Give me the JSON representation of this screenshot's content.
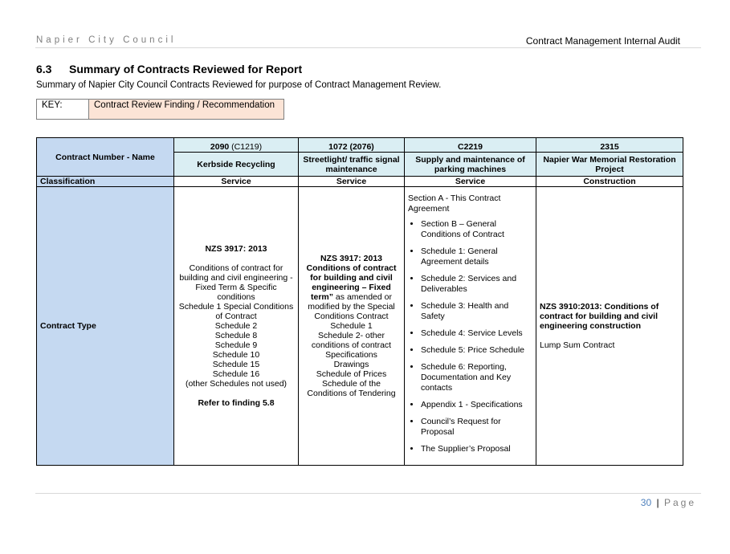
{
  "header": {
    "organisation": "Napier City Council",
    "document": "Contract Management Internal Audit"
  },
  "section": {
    "number": "6.3",
    "title": "Summary of Contracts Reviewed for Report",
    "intro": "Summary of Napier City Council Contracts Reviewed for purpose of Contract Management Review."
  },
  "key": {
    "label": "KEY:",
    "text": "Contract Review Finding / Recommendation"
  },
  "table": {
    "row_header_contract": "Contract Number - Name",
    "row_header_classification": "Classification",
    "row_header_type": "Contract Type",
    "contracts": [
      {
        "number": "2090",
        "number_suffix": " (C1219)",
        "name": "Kerbside Recycling",
        "classification": "Service"
      },
      {
        "number": "1072 (2076)",
        "number_suffix": "",
        "name": "Streetlight/ traffic signal maintenance",
        "classification": "Service"
      },
      {
        "number": "C2219",
        "number_suffix": "",
        "name": "Supply and maintenance of parking machines",
        "classification": "Service"
      },
      {
        "number": "2315",
        "number_suffix": "",
        "name": "Napier War Memorial Restoration Project",
        "classification": "Construction"
      }
    ],
    "type_2090": {
      "heading": "NZS 3917: 2013",
      "lines": [
        "Conditions of contract for building and civil engineering - Fixed Term & Specific conditions",
        "Schedule 1 Special Conditions of Contract",
        "Schedule 2",
        "Schedule 8",
        "Schedule 9",
        "Schedule 10",
        "Schedule 15",
        "Schedule 16",
        "(other Schedules not used)"
      ],
      "finding": "Refer to finding 5.8"
    },
    "type_1072": {
      "bold_part": "NZS 3917: 2013 Conditions of contract for building and civil engineering – Fixed term”",
      "normal_part": " as amended or modified by the Special Conditions Contract",
      "lines": [
        "Schedule 1",
        "Schedule 2- other conditions of contract",
        "Specifications",
        "Drawings",
        "Schedule of Prices",
        "Schedule of the Conditions of Tendering"
      ]
    },
    "type_c2219": {
      "intro": "Section A - This Contract Agreement",
      "items": [
        "Section B – General Conditions of Contract",
        "Schedule 1: General Agreement details",
        "Schedule 2: Services and Deliverables",
        "Schedule 3: Health and Safety",
        "Schedule 4: Service Levels",
        "Schedule 5: Price Schedule",
        "Schedule 6: Reporting, Documentation and Key contacts",
        "Appendix 1 - Specifications",
        "Council’s Request for Proposal",
        "The Supplier’s Proposal"
      ]
    },
    "type_2315": {
      "heading": "NZS 3910:2013: Conditions of contract for building and civil engineering construction",
      "note": "Lump Sum Contract"
    }
  },
  "footer": {
    "page_number": "30",
    "separator": "|",
    "page_label": "Page"
  },
  "colors": {
    "key_fill": "#fce4d6",
    "header_fill": "#daeef3",
    "label_fill": "#c5d9f1",
    "page_number": "#4f81bd"
  }
}
